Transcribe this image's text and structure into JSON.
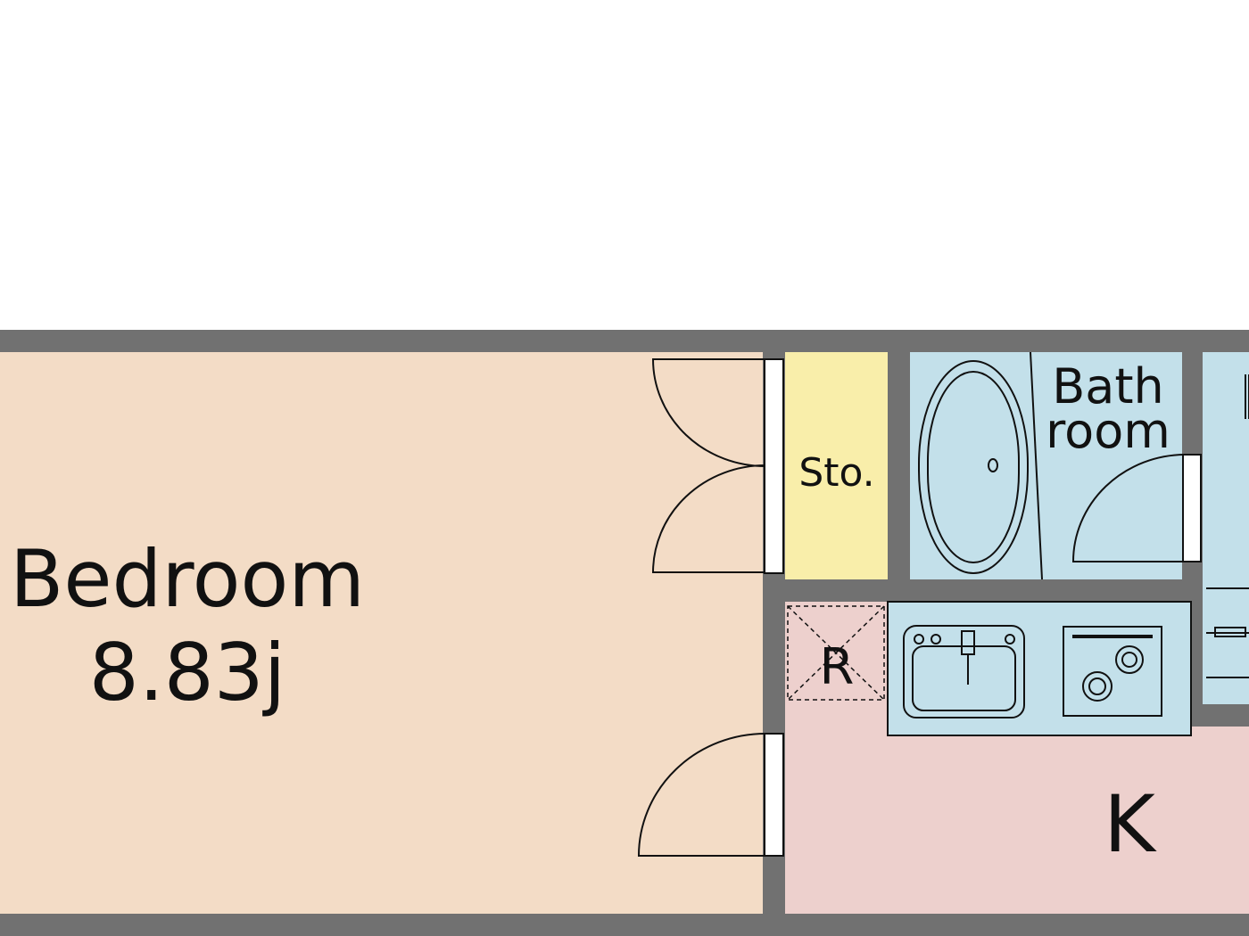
{
  "rooms": {
    "bedroom": {
      "name": "Bedroom",
      "size": "8.83j"
    },
    "storage": {
      "name": "Sto."
    },
    "bath": {
      "line1": "Bath",
      "line2": "room"
    },
    "refrigerator": {
      "name": "R"
    },
    "kitchen": {
      "name": "K"
    }
  },
  "colors": {
    "wall": "#717171",
    "bedroom": "#f3dcc6",
    "storage": "#f9eeaa",
    "wet_area": "#c3e0ea",
    "kitchen": "#edd0cd",
    "outline": "#111111",
    "door_panel": "#ffffff"
  },
  "icons": [
    "door-swing-icon",
    "bathtub-icon",
    "sink-icon",
    "gas-stove-icon",
    "refrigerator-icon",
    "toilet-icon"
  ]
}
